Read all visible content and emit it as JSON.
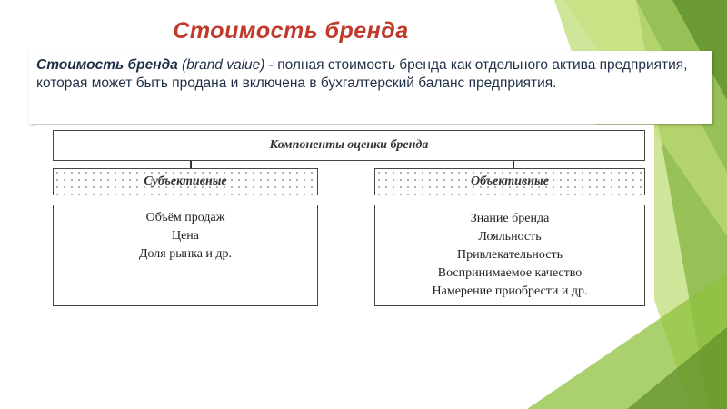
{
  "slide": {
    "title": "Стоимость бренда",
    "definition": {
      "term": "Стоимость бренда",
      "english": "(brand value)",
      "text": " - полная стоимость бренда как отдельного актива предприятия, которая может быть продана и включена в бухгалтерский баланс предприятия."
    }
  },
  "diagram": {
    "top_label": "Компоненты оценки бренда",
    "left": {
      "label": "Субъективные",
      "items": [
        "Объём продаж",
        "Цена",
        "Доля рынка и др."
      ]
    },
    "right": {
      "label": "Объективные",
      "items": [
        "Знание бренда",
        "Лояльность",
        "Привлекательность",
        "Воспринимаемое качество",
        "Намерение приобрести и др."
      ]
    }
  },
  "colors": {
    "title": "#c0392b",
    "text": "#1f2f47",
    "green_light": "#a8cf45",
    "green_dark": "#6a9a2a"
  }
}
